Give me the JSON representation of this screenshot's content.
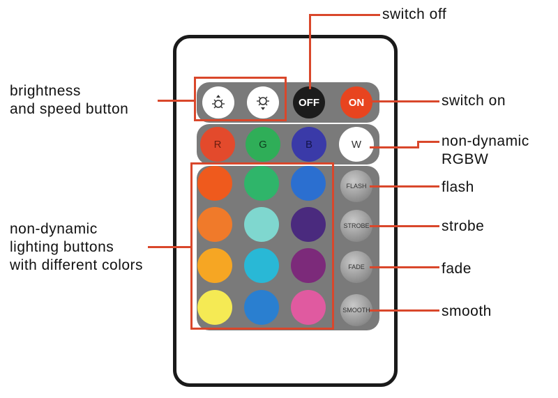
{
  "labels": {
    "switch_off": "switch off",
    "switch_on": "switch on",
    "brightness_line1": "brightness",
    "brightness_line2": "and speed button",
    "rgbw_line1": "non-dynamic",
    "rgbw_line2": "RGBW",
    "flash": "flash",
    "strobe": "strobe",
    "fade": "fade",
    "smooth": "smooth",
    "lighting_line1": "non-dynamic",
    "lighting_line2": "lighting buttons",
    "lighting_line3": "with different colors"
  },
  "buttons": {
    "off": "OFF",
    "on": "ON",
    "r": "R",
    "g": "G",
    "b": "B",
    "w": "W",
    "flash": "FLASH",
    "strobe": "STROBE",
    "fade": "FADE",
    "smooth": "SMOOTH"
  },
  "icons": {
    "brightness_up": "sun-up-icon",
    "brightness_down": "sun-down-icon"
  },
  "colors": {
    "accent_line": "#d9472b",
    "panel": "#7a7a7a",
    "on_button": "#e8441f",
    "off_button": "#1c1c1c",
    "red_button": "#e34a2c",
    "green_button": "#2fae58",
    "blue_button": "#3a3aa8",
    "white_button": "#ffffff",
    "grid_colors": [
      [
        "#ef5a1d",
        "#2fb56a",
        "#2b6fd0"
      ],
      [
        "#f07a2a",
        "#7fd7cf",
        "#4a2a7e"
      ],
      [
        "#f6a623",
        "#29b8d6",
        "#7c2a7a"
      ],
      [
        "#f5ea54",
        "#2a7fd0",
        "#e05aa0"
      ]
    ]
  }
}
